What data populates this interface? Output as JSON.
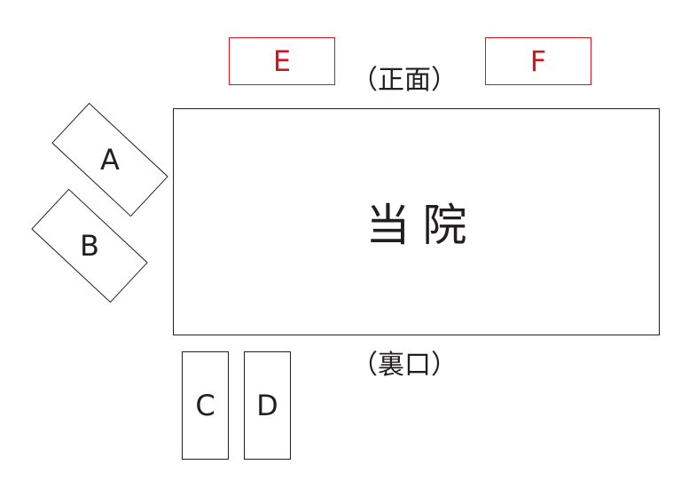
{
  "building": {
    "label": "当院"
  },
  "sides": {
    "front": "（正面）",
    "back": "（裏口）"
  },
  "spaces": [
    {
      "id": "A",
      "label": "A"
    },
    {
      "id": "B",
      "label": "B"
    },
    {
      "id": "C",
      "label": "C"
    },
    {
      "id": "D",
      "label": "D"
    },
    {
      "id": "E",
      "label": "E"
    },
    {
      "id": "F",
      "label": "F"
    }
  ],
  "colors": {
    "outline": "#231f20",
    "highlight": "#d7141e"
  }
}
